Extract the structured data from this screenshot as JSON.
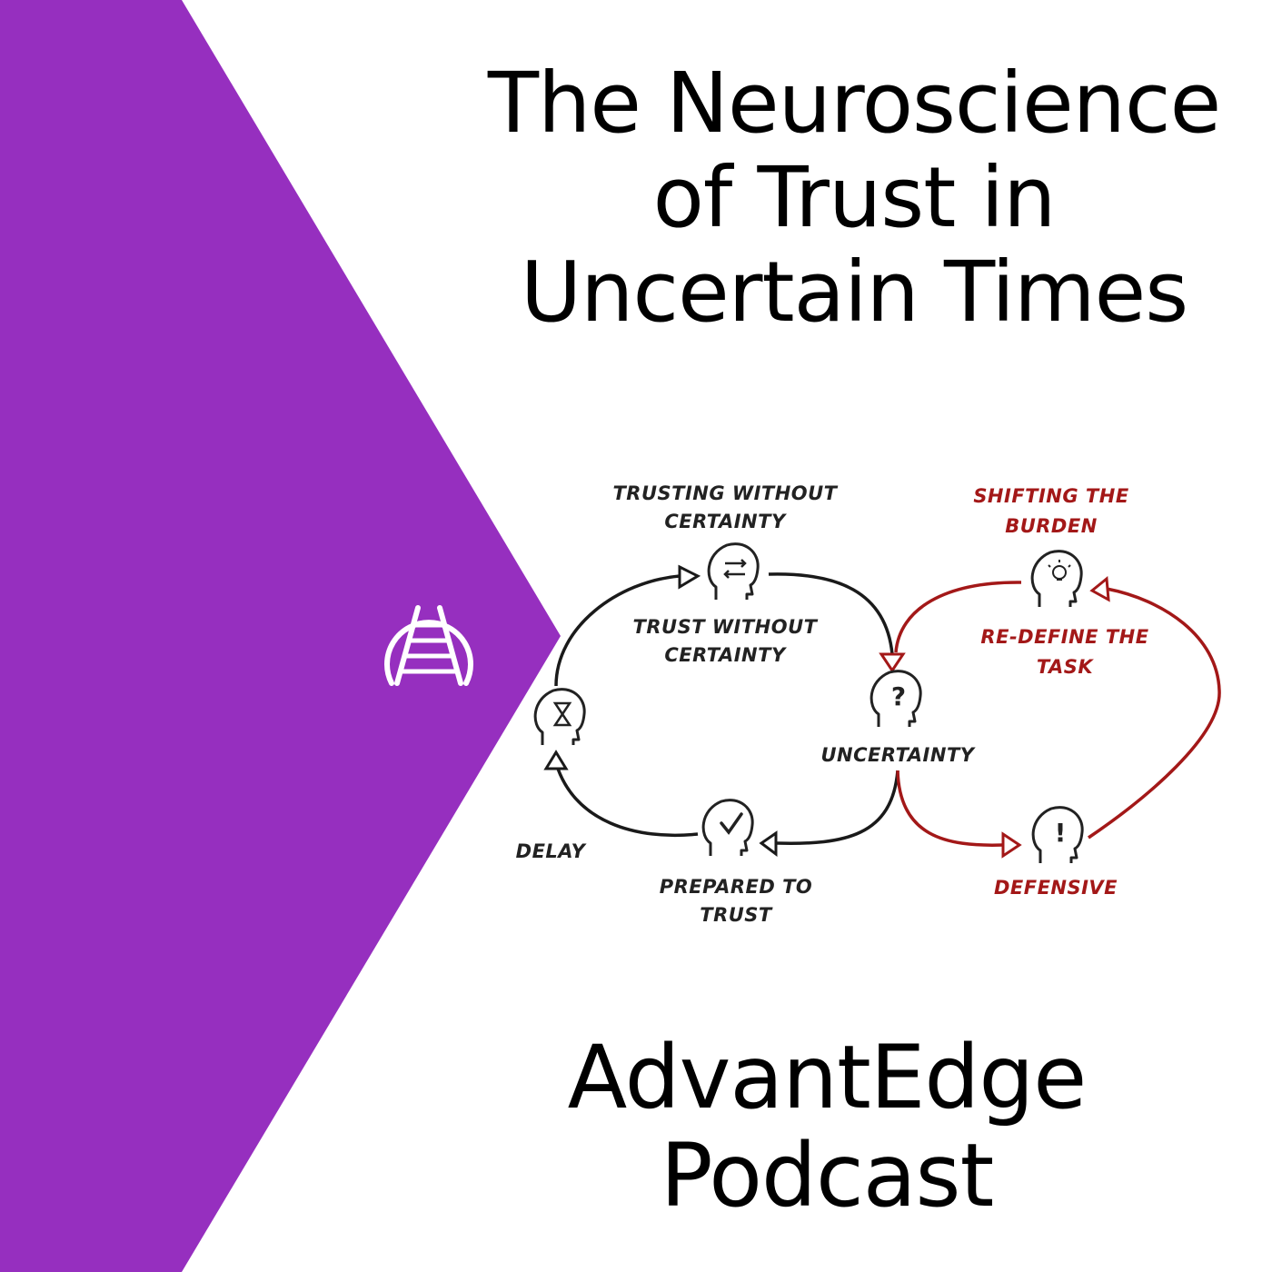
{
  "title": {
    "line1": "The Neuroscience",
    "line2": "of Trust in",
    "line3": "Uncertain Times"
  },
  "footer": {
    "line1": "AdvantEdge",
    "line2": "Podcast"
  },
  "colors": {
    "accent_purple": "#962fbf",
    "loop_dark": "#1a1a1a",
    "loop_red": "#a31818",
    "background": "#ffffff"
  },
  "logo": {
    "icon": "railway-track-arch-icon"
  },
  "diagram": {
    "labels": {
      "trusting_without_certainty_1": "TRUSTING WITHOUT",
      "trusting_without_certainty_2": "CERTAINTY",
      "trust_without_certainty_1": "TRUST WITHOUT",
      "trust_without_certainty_2": "CERTAINTY",
      "uncertainty": "UNCERTAINTY",
      "delay": "DELAY",
      "prepared_to_trust_1": "PREPARED TO",
      "prepared_to_trust_2": "TRUST",
      "shifting_the_burden_1": "SHIFTING THE",
      "shifting_the_burden_2": "BURDEN",
      "redefine_the_task_1": "RE-DEFINE THE",
      "redefine_the_task_2": "TASK",
      "defensive": "DEFENSIVE"
    },
    "head_icons": {
      "delay": "hourglass-icon",
      "trust": "exchange-arrows-icon",
      "prepared": "checkmark-icon",
      "uncertainty": "question-mark-icon",
      "redefine": "lightbulb-icon",
      "defensive": "exclamation-icon"
    }
  }
}
